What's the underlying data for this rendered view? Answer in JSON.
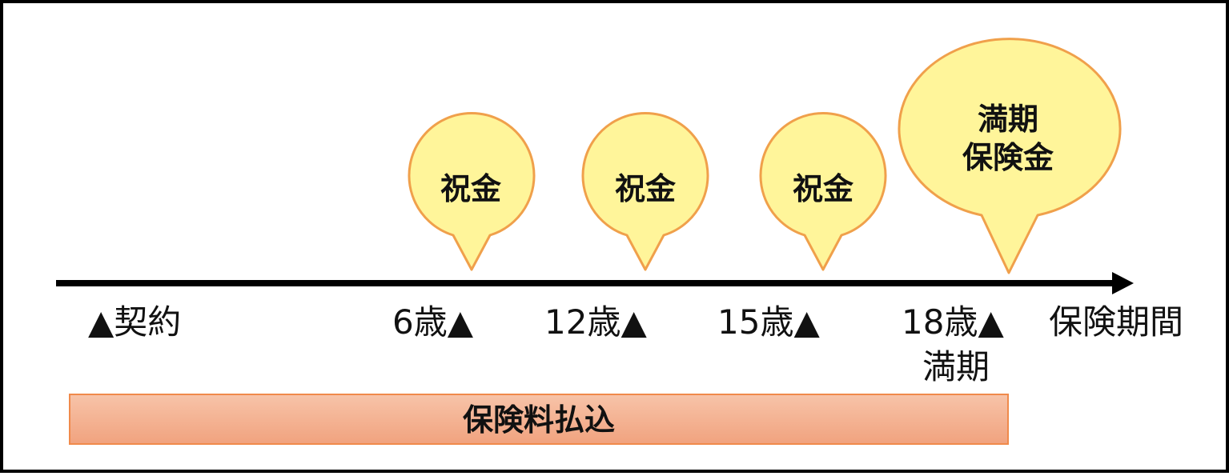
{
  "bubbles": {
    "b1": "祝金",
    "b2": "祝金",
    "b3": "祝金",
    "maturity_line1": "満期",
    "maturity_line2": "保険金"
  },
  "timeline": {
    "contract": "▲契約",
    "age6": "6歳▲",
    "age12": "12歳▲",
    "age15": "15歳▲",
    "age18": "18歳▲",
    "age18_sub": "満期",
    "period": "保険期間"
  },
  "premium_band": "保険料払込",
  "colors": {
    "bubble_fill": "#fff59a",
    "bubble_stroke": "#f0a04b",
    "band_fill": "#f4b196",
    "band_stroke": "#f08a4b",
    "axis": "#000000"
  }
}
